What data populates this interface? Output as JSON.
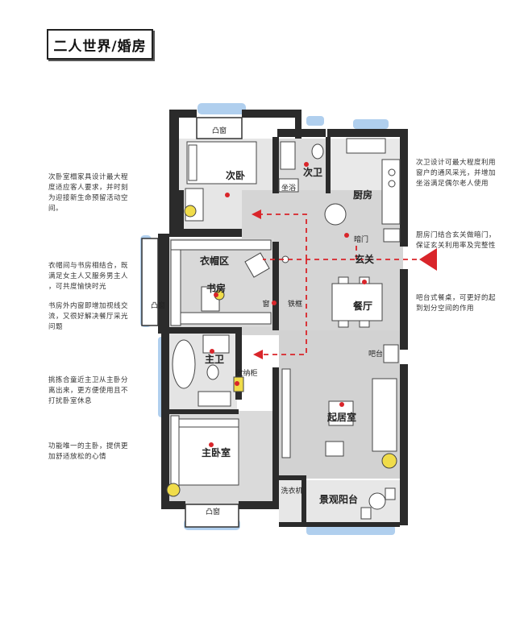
{
  "title": "二人世界/婚房",
  "rooms": {
    "bay_window_top": "凸窗",
    "second_bedroom": "次卧",
    "second_bath": "次卫",
    "shower": "坐浴",
    "kitchen": "厨房",
    "hidden_door": "暗门",
    "entrance": "玄关",
    "cloakroom": "衣帽区",
    "study": "书房",
    "bay_window_left": "凸窗",
    "window": "窗",
    "iron_frame": "铁框",
    "dining": "餐厅",
    "bar": "吧台",
    "master_bath": "主卫",
    "washer_storage": "收纳柜",
    "living": "起居室",
    "master_bedroom": "主卧室",
    "laundry": "洗衣机",
    "balcony": "景观阳台",
    "bay_window_bottom": "凸窗"
  },
  "notes": {
    "left_1": [
      "次卧室榻家具设计最大程",
      "度适应客人要求，并时刻",
      "为迎接新生命预留活动空",
      "间。"
    ],
    "left_2": [
      "衣帽间与书房相结合，既",
      "满足女主人又服务男主人",
      "，可共度愉快时光"
    ],
    "left_3": [
      "书房外内窗即增加视线交",
      "流，又很好解决餐厅采光",
      "问题"
    ],
    "left_4": [
      "挑拣合童近主卫从主卧分",
      "离出来，更方便使用且不",
      "打扰卧室休息"
    ],
    "left_5": [
      "功能唯一的主卧，提供更",
      "加舒适放松的心情"
    ],
    "right_1": [
      "次卫设计可最大程度利用",
      "窗户的通风采光，并增加",
      "坐浴满足偶尔老人使用"
    ],
    "right_2": [
      "厨房门结合玄关做暗门，",
      "保证玄关利用率及完整性"
    ],
    "right_3": [
      "吧台式餐桌，可更好的起",
      "到划分空间的作用"
    ]
  },
  "colors": {
    "wall": "#2b2b2b",
    "floor_grey": "#d9d9d9",
    "window_blue": "#9cc3ea",
    "marker_red": "#d9252a",
    "lamp_yellow": "#f0dc4a"
  }
}
